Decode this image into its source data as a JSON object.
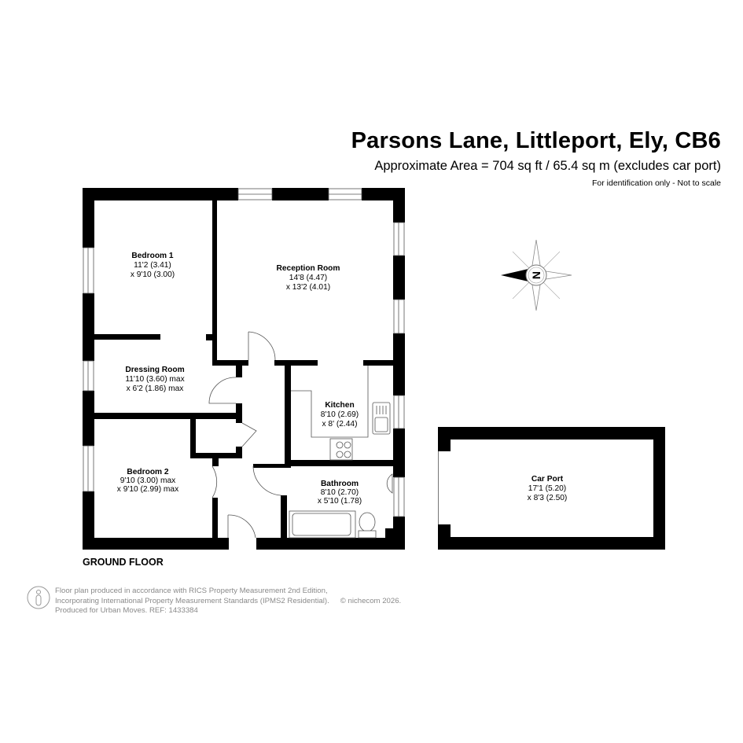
{
  "header": {
    "title": "Parsons Lane, Littleport, Ely, CB6",
    "area": "Approximate Area = 704 sq ft / 65.4 sq m (excludes car port)",
    "note": "For identification only - Not to scale"
  },
  "floor_label": "GROUND FLOOR",
  "compass": {
    "label": "N",
    "icon": "compass-rose-icon",
    "pointing": "west"
  },
  "rooms": {
    "bedroom1": {
      "name": "Bedroom 1",
      "dim1": "11'2 (3.41)",
      "dim2": "x 9'10 (3.00)"
    },
    "reception": {
      "name": "Reception Room",
      "dim1": "14'8 (4.47)",
      "dim2": "x 13'2 (4.01)"
    },
    "dressing": {
      "name": "Dressing Room",
      "dim1": "11'10 (3.60) max",
      "dim2": "x 6'2 (1.86) max"
    },
    "kitchen": {
      "name": "Kitchen",
      "dim1": "8'10 (2.69)",
      "dim2": "x 8' (2.44)"
    },
    "bedroom2": {
      "name": "Bedroom 2",
      "dim1": "9'10 (3.00) max",
      "dim2": "x 9'10 (2.99) max"
    },
    "bathroom": {
      "name": "Bathroom",
      "dim1": "8'10 (2.70)",
      "dim2": "x 5'10 (1.78)"
    },
    "carport": {
      "name": "Car Port",
      "dim1": "17'1 (5.20)",
      "dim2": "x 8'3 (2.50)"
    }
  },
  "footer": {
    "line1": "Floor plan produced in accordance with RICS Property Measurement 2nd Edition,",
    "line2": "Incorporating International Property Measurement Standards (IPMS2 Residential).",
    "copyright": "© nichecom 2026.",
    "line3": "Produced for Urban Moves.   REF: 1433384",
    "icon": "person-icon"
  },
  "colors": {
    "wall": "#000000",
    "background": "#ffffff",
    "footer_text": "#8a8a8a",
    "fixture_line": "#555555"
  }
}
